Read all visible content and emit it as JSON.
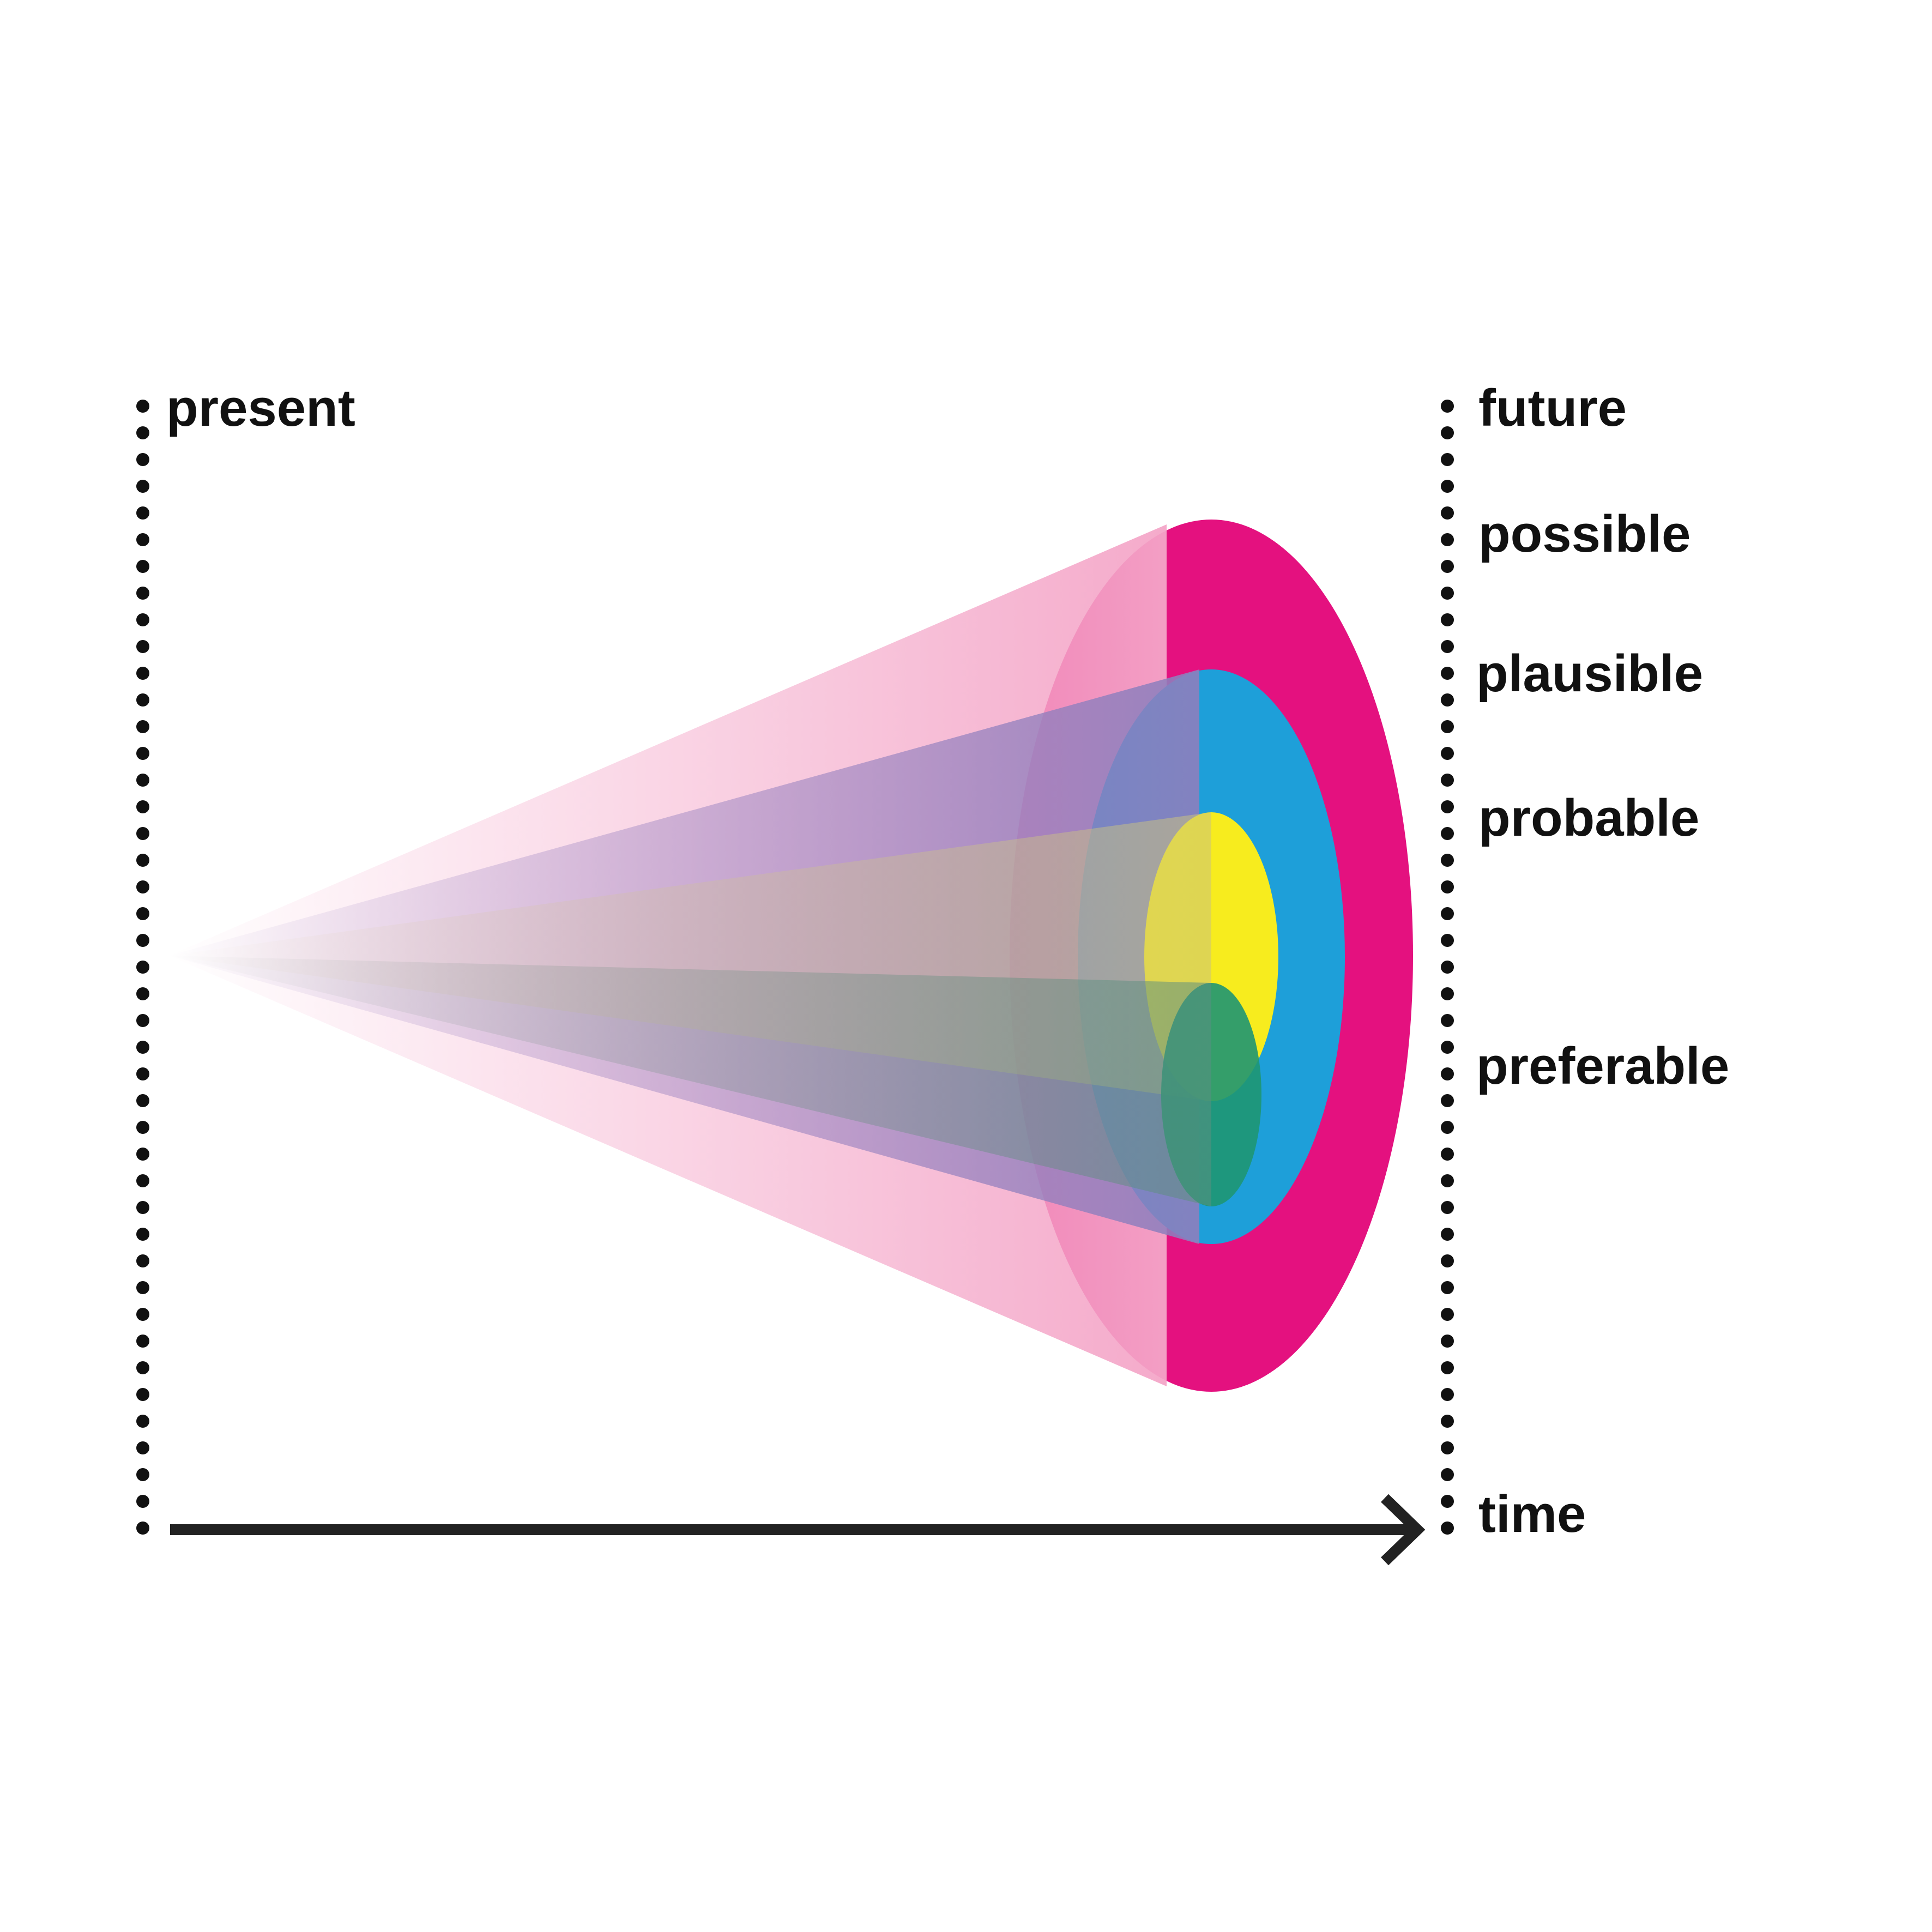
{
  "labels": {
    "present": "present",
    "future": "future",
    "possible": "possible",
    "plausible": "plausible",
    "probable": "probable",
    "preferable": "preferable",
    "time": "time"
  },
  "colors": {
    "background": "#ffffff",
    "text": "#111111",
    "possible": "#e4117f",
    "plausible": "#1e9fd9",
    "probable": "#f7ec1e",
    "preferable": "#1e9672",
    "axis": "#222222"
  }
}
